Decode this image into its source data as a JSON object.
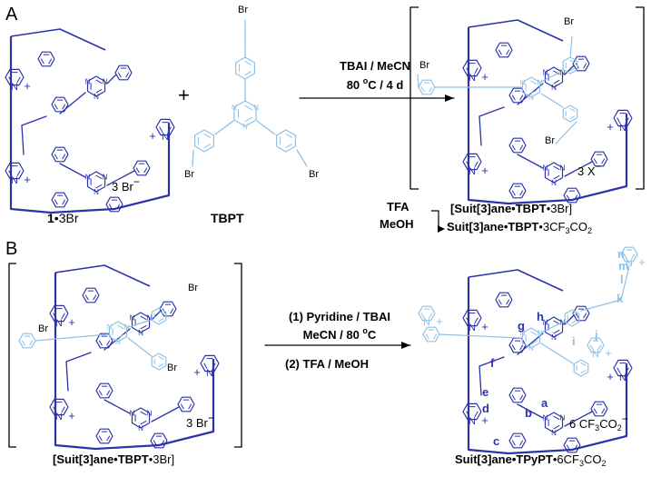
{
  "colors": {
    "dark": "#2a33a8",
    "light": "#8fc0e6",
    "text": "#000000"
  },
  "panel_a": {
    "letter": "A",
    "compound1": {
      "text": "1",
      "suffix": "•3Br",
      "counter_ion": "3 Br",
      "charge": "−"
    },
    "tbpt": {
      "label": "TBPT",
      "br": "Br"
    },
    "plus": "+",
    "reaction": {
      "line1": "TBAI / MeCN",
      "line2_pre": "80 ",
      "line2_sup": "o",
      "line2_post": "C / 4 d"
    },
    "product": {
      "counter_ion": "3 X",
      "charge": "−",
      "br": "Br"
    },
    "conversion": {
      "reagent1": "TFA",
      "reagent2": "MeOH",
      "top_pre": "[Suit[3]ane•",
      "top_bold": "TBPT",
      "top_post": "•3Br]",
      "bottom_pre": "Suit[3]ane•",
      "bottom_bold": "TBPT",
      "bottom_post": "•3CF",
      "bottom_sub1": "3",
      "bottom_post2": "CO",
      "bottom_sub2": "2"
    }
  },
  "panel_b": {
    "letter": "B",
    "reactant": {
      "counter_ion": "3 Br",
      "charge": "−",
      "br": "Br",
      "label_pre": "[Suit[3]ane•",
      "label_bold": "TBPT",
      "label_post": "•3Br]"
    },
    "reaction": {
      "step1": "(1) Pyridine / TBAI",
      "step1b_pre": "MeCN / 80 ",
      "step1b_sup": "o",
      "step1b_post": "C",
      "step2": "(2) TFA / MeOH"
    },
    "product": {
      "counter_pre": "6 CF",
      "counter_sub1": "3",
      "counter_mid": "CO",
      "counter_sub2": "2",
      "counter_charge": "−",
      "label_pre": "Suit[3]ane•",
      "label_bold": "TPyPT",
      "label_post": "•6CF",
      "label_sub1": "3",
      "label_post2": "CO",
      "label_sub2": "2",
      "letters": [
        "a",
        "b",
        "c",
        "d",
        "e",
        "f",
        "g",
        "h",
        "i",
        "j",
        "k",
        "l",
        "m",
        "n"
      ]
    }
  },
  "atom": {
    "n": "N",
    "plus": "+"
  }
}
